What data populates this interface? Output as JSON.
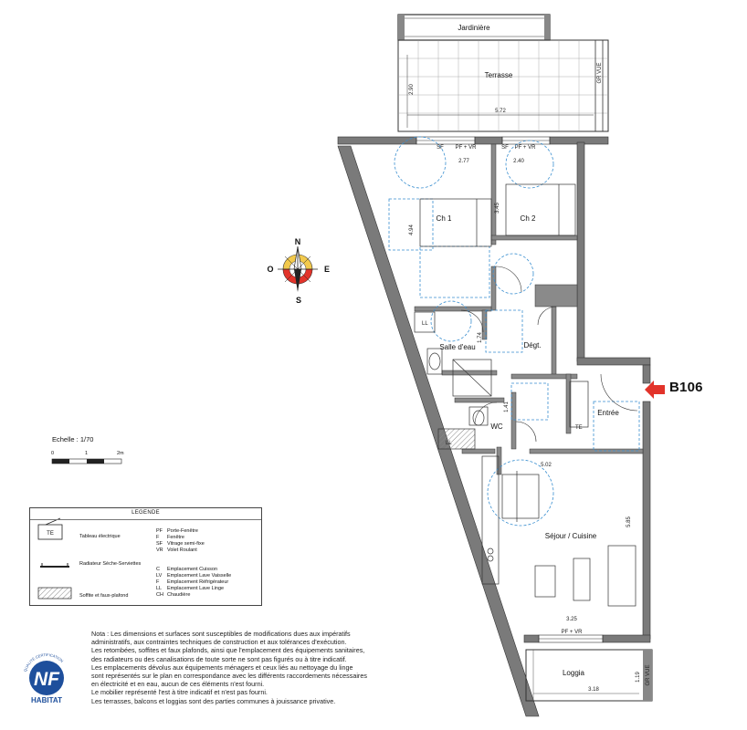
{
  "unit": {
    "id": "B106"
  },
  "rooms": {
    "jardiniere": "Jardinière",
    "terrasse": "Terrasse",
    "ch1": "Ch 1",
    "ch2": "Ch 2",
    "salle_eau": "Salle d'eau",
    "degt": "Dégt.",
    "wc": "WC",
    "entree": "Entrée",
    "sejour": "Séjour / Cuisine",
    "loggia": "Loggia"
  },
  "dimensions": {
    "terrasse_width": "5.72",
    "terrasse_depth": "2.90",
    "ch1_width": "2.77",
    "ch2_width": "2.40",
    "ch1_depth": "4.94",
    "ch2_depth": "3.45",
    "sde_depth": "1.74",
    "wc_depth": "1.41",
    "sejour_width": "5.02",
    "sejour_depth": "5.85",
    "sejour_bottom_width": "3.25",
    "loggia_width": "3.18",
    "loggia_depth": "1.19"
  },
  "wall_tags": {
    "bay_sf_1": "SF",
    "bay_pf_1": "PF + VR",
    "bay_sf_2": "SF",
    "bay_pf_2": "PF + VR",
    "bay_bottom": "PF + VR",
    "terrasse_side": "GR VUE",
    "loggia_side": "GR VUE",
    "te_box": "TE",
    "ll_1": "LL",
    "ll_2": "LL"
  },
  "compass": {
    "n": "N",
    "s": "S",
    "e": "E",
    "o": "O"
  },
  "scale": {
    "label": "Echelle : 1/70",
    "t0": "0",
    "t1": "1",
    "t2": "2m"
  },
  "legend": {
    "title": "LEGENDE",
    "te_box": "TE",
    "te_label": "Tableau électrique",
    "radiator_label": "Radiateur Sèche-Serviettes",
    "soffite_label": "Soffite et faux-plafond",
    "codes": [
      {
        "code": "PF",
        "label": "Porte-Fenêtre"
      },
      {
        "code": "F",
        "label": "Fenêtre"
      },
      {
        "code": "SF",
        "label": "Vitrage semi-fixe"
      },
      {
        "code": "VR",
        "label": "Volet Roulant"
      },
      {
        "code": "C",
        "label": "Emplacement Cuisson"
      },
      {
        "code": "LV",
        "label": "Emplacement Lave Vaisselle"
      },
      {
        "code": "F",
        "label": "Emplacement Réfrigérateur"
      },
      {
        "code": "LL",
        "label": "Emplacement Lave Linge"
      },
      {
        "code": "CH",
        "label": "Chaudière"
      }
    ]
  },
  "note": {
    "lines": [
      "Nota : Les dimensions et surfaces sont susceptibles de modifications dues aux impératifs",
      "administratifs, aux contraintes techniques de construction et aux tolérances d'exécution.",
      "Les retombées, soffites et faux plafonds, ainsi que l'emplacement des équipements sanitaires,",
      "des radiateurs ou des canalisations de toute sorte ne sont pas figurés ou à titre indicatif.",
      "Les emplacements dévolus aux équipements ménagers et ceux liés au nettoyage du linge",
      "sont représentés sur le plan en correspondance avec les différents raccordements nécessaires",
      "en électricité et en eau, aucun de ces éléments n'est fourni.",
      "Le mobilier représenté l'est à titre indicatif et n'est pas fourni.",
      "Les terrasses, balcons et loggias sont des parties communes à jouissance privative."
    ]
  },
  "logo": {
    "text": "NF",
    "caption": "HABITAT",
    "ring_text": "QUALITÉ CERTIFICATION"
  },
  "colors": {
    "wall": "#6e6e6e",
    "furniture_dash": "#3a8fd0",
    "arrow": "#e2332a",
    "logo_blue": "#1e4f9c"
  }
}
